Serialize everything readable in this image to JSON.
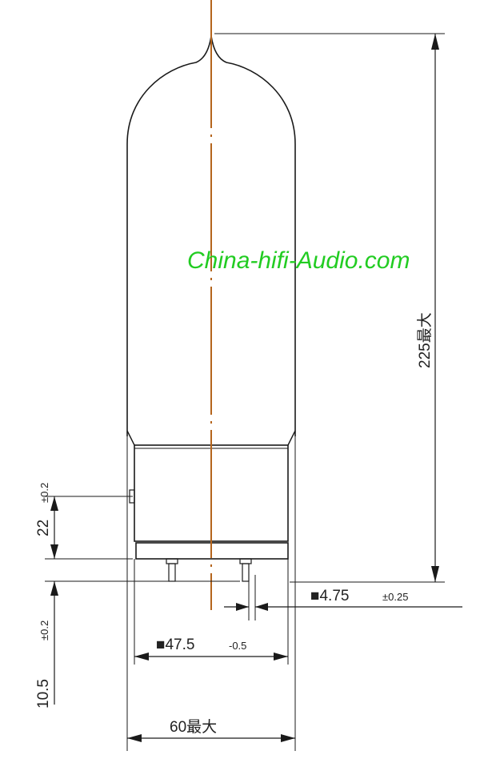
{
  "watermark": "China-hifi-Audio.com",
  "dimensions": {
    "height_total": "225最大",
    "diameter_max": "60最大",
    "base_square": "■47.5",
    "base_square_tol": "-0.5",
    "pin_square": "■4.75",
    "pin_square_tol": "±0.25",
    "base_height": "22",
    "base_height_tol": "±0.2",
    "pin_height": "10.5",
    "pin_height_tol": "±0.2"
  },
  "colors": {
    "centerline": "#b5651d",
    "watermark": "#22cc22",
    "line": "#1a1a1a"
  }
}
